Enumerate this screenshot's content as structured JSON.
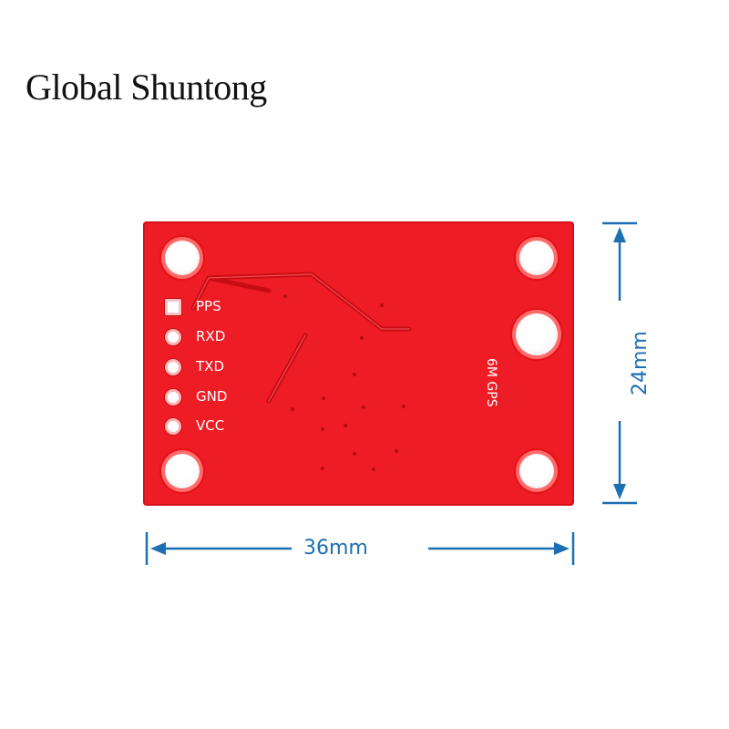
{
  "brand": {
    "text": "Global Shuntong"
  },
  "board": {
    "color": "#ee1c24",
    "model_mark": "6M GPS",
    "pins": [
      {
        "label": "PPS"
      },
      {
        "label": "RXD"
      },
      {
        "label": "TXD"
      },
      {
        "label": "GND"
      },
      {
        "label": "VCC"
      }
    ]
  },
  "dimensions": {
    "width_label": "36mm",
    "height_label": "24mm",
    "color": "#1c6fb3"
  }
}
